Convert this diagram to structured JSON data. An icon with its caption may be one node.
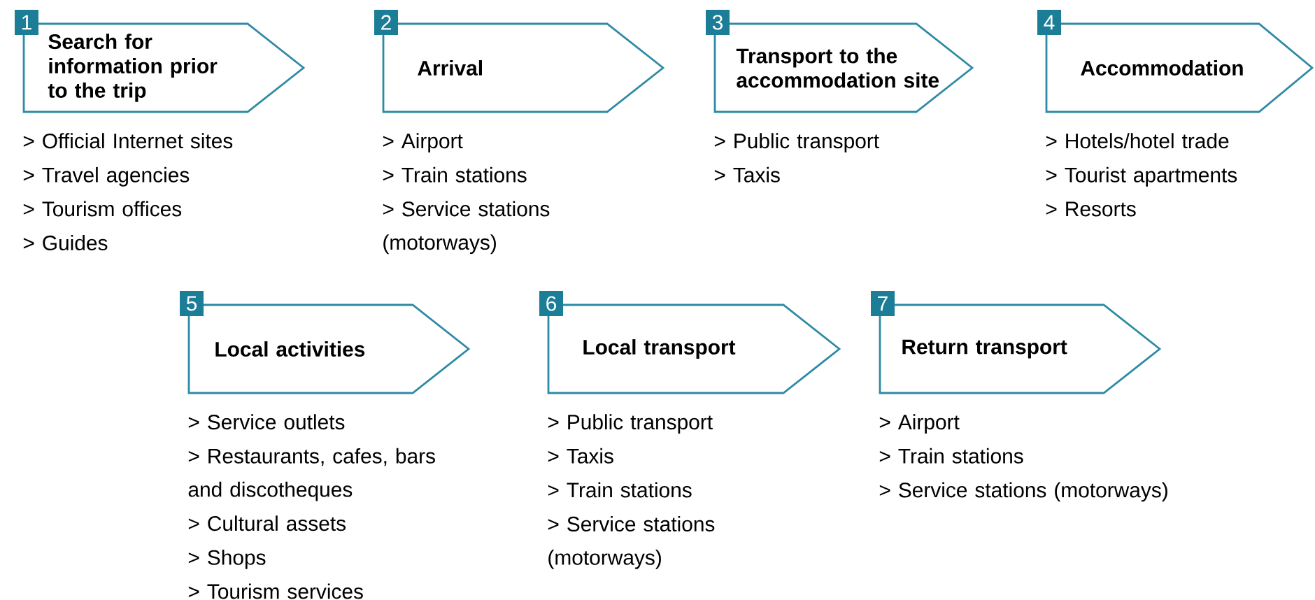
{
  "diagram": {
    "nodes": [
      {
        "text": [
          "1",
          "Search for information prior to the trip"
        ],
        "beside": [
          "> Official Internet sites",
          "> Travel agencies",
          "> Tourism offices",
          "> Guides"
        ]
      },
      {
        "text": [
          "2",
          "Arrival"
        ],
        "beside": [
          "> Airport",
          "> Train stations",
          "> Service stations (motorways)"
        ]
      },
      {
        "text": [
          "3",
          "Transport to the accommodation site"
        ],
        "beside": [
          "> Public transport",
          "> Taxis"
        ]
      },
      {
        "text": [
          "4",
          "Accommodation"
        ],
        "beside": [
          "> Hotels/hotel trade",
          "> Tourist apartments",
          "> Resorts"
        ]
      },
      {
        "text": [
          "5",
          "Local activities"
        ],
        "beside": [
          "> Service outlets",
          "> Restaurants, cafes, bars and discotheques",
          "> Cultural assets",
          "> Shops",
          "> Tourism services"
        ]
      },
      {
        "text": [
          "6",
          "Local transport"
        ],
        "beside": [
          "> Public transport",
          "> Taxis",
          "> Train stations",
          "> Service stations (motorways)"
        ]
      },
      {
        "text": [
          "7",
          "Return transport"
        ],
        "beside": [
          "> Airport",
          "> Train stations",
          "> Service stations (motorways)"
        ]
      }
    ]
  }
}
